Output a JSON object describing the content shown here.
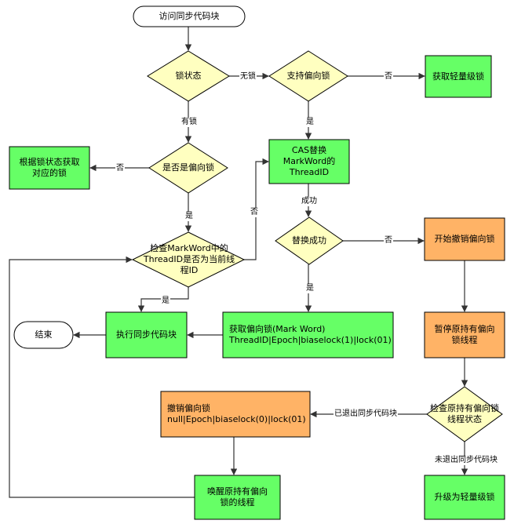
{
  "colors": {
    "green": "#66ff66",
    "yellow": "#ffffc0",
    "orange": "#ffb366",
    "start": "#ffffff",
    "stroke": "#000000",
    "edge": "#333333"
  },
  "nodes": {
    "start": "访问同步代码块",
    "lock_state": "锁状态",
    "support_biased": "支持偏向锁",
    "get_light_lock": "获取轻量级锁",
    "get_lock_by_state": "根据锁状态获取\n对应的锁",
    "is_biased": "是否是偏向锁",
    "cas_replace": "CAS替换\nMarkWord的\nThreadID",
    "check_threadid": "检查MarkWord中的\nThreadID是否为当前线\n程ID",
    "replace_success": "替换成功",
    "start_revoke": "开始撤销偏向锁",
    "end": "结束",
    "execute_sync": "执行同步代码块",
    "get_biased_lock": "获取偏向锁(Mark Word)\nThreadID|Epoch|biaselock(1)|lock(01)",
    "suspend_thread": "暂停原持有偏向\n锁线程",
    "revoke_biased": "撤销偏向锁\nnull|Epoch|biaselock(0)|lock(01)",
    "check_thread_state": "检查原持有偏向锁\n线程状态",
    "wake_thread": "唤醒原持有偏向\n锁的线程",
    "upgrade_light": "升级为轻量级锁"
  },
  "edges": {
    "no_lock": "无锁",
    "no_1": "否",
    "yes_1": "是",
    "has_lock": "有锁",
    "no_2": "否",
    "yes_2": "是",
    "no_3": "否",
    "success": "成功",
    "no_4": "否",
    "yes_3": "是",
    "yes_4": "是",
    "exited_sync": "已退出同步代码块",
    "not_exited_sync": "未退出同步代码块"
  }
}
